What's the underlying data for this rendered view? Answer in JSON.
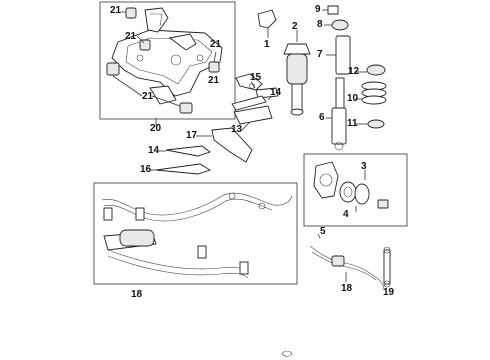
{
  "callouts": {
    "c21a": "21",
    "c21b": "21",
    "c21c": "21",
    "c21d": "21",
    "c21e": "21",
    "c20": "20",
    "c1": "1",
    "c2": "2",
    "c9": "9",
    "c8": "8",
    "c7": "7",
    "c12": "12",
    "c10": "10",
    "c11": "11",
    "c6": "6",
    "c15": "15",
    "c14a": "14",
    "c14b": "14",
    "c13": "13",
    "c17": "17",
    "c16": "16",
    "c3": "3",
    "c4": "4",
    "c5": "5",
    "c18a": "18",
    "c18b": "18",
    "c19": "19"
  }
}
